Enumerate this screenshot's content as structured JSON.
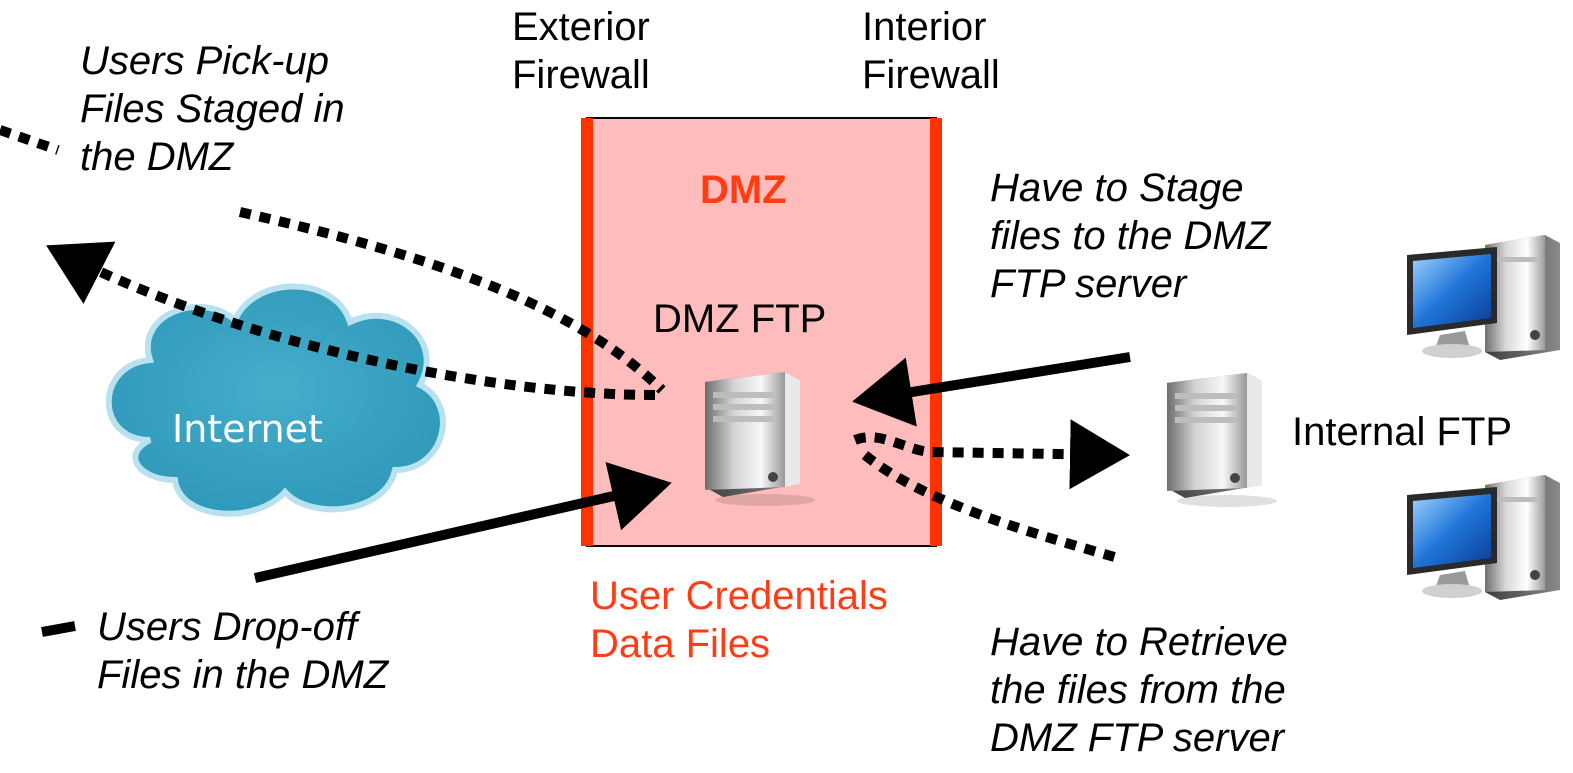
{
  "firewalls": {
    "exterior": [
      "Exterior",
      "Firewall"
    ],
    "interior": [
      "Interior",
      "Firewall"
    ]
  },
  "dmz": {
    "title": "DMZ",
    "server_label": "DMZ FTP",
    "stored": [
      "User Credentials",
      "Data Files"
    ]
  },
  "internet": {
    "label": "Internet"
  },
  "internal": {
    "server_label": "Internal FTP"
  },
  "annotations": {
    "pickup": [
      "Users Pick-up",
      "Files Staged in",
      "the DMZ"
    ],
    "dropoff": [
      "Users Drop-off",
      "Files in the DMZ"
    ],
    "stage": [
      "Have to Stage",
      "files to the DMZ",
      "FTP server"
    ],
    "retrieve": [
      "Have to Retrieve",
      "the files from the",
      "DMZ FTP server"
    ]
  },
  "colors": {
    "dmz_fill": "#ffbcbc",
    "firewall_line": "#ff3300",
    "accent_text": "#ff3c14",
    "cloud_fill": "#3fa7c6",
    "arrows": "#000000"
  },
  "icons": [
    "cloud-icon",
    "server-icon",
    "desktop-computer-icon"
  ]
}
